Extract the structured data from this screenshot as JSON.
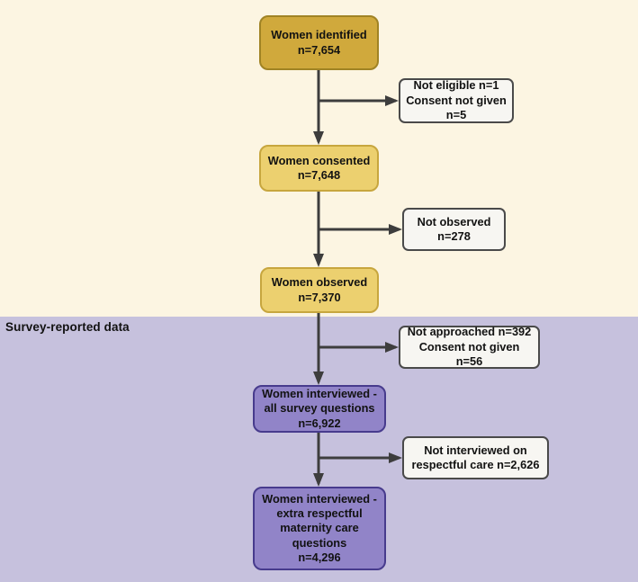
{
  "diagram": {
    "section_top": {
      "background": "#FCF5E2"
    },
    "section_bottom": {
      "label": "Survey-reported data",
      "background": "#C6C1DD"
    },
    "nodes": [
      {
        "id": "women-identified",
        "label": "Women identified\nn=7,654",
        "n": 7654,
        "fill": "#D0A93C",
        "border": "#A08324"
      },
      {
        "id": "women-consented",
        "label": "Women consented\nn=7,648",
        "n": 7648,
        "fill": "#ECD06F",
        "border": "#C7A63E"
      },
      {
        "id": "women-observed",
        "label": "Women observed\nn=7,370",
        "n": 7370,
        "fill": "#ECD06F",
        "border": "#C7A63E"
      },
      {
        "id": "women-interviewed",
        "label": "Women interviewed -\nall survey questions\nn=6,922",
        "n": 6922,
        "fill": "#9184C8",
        "border": "#473B8D"
      },
      {
        "id": "women-extra",
        "label": "Women interviewed -\nextra respectful\nmaternity care\nquestions\nn=4,296",
        "n": 4296,
        "fill": "#9184C8",
        "border": "#473B8D"
      }
    ],
    "exits": [
      {
        "id": "not-eligible",
        "label": "Not eligible n=1\nConsent not given\nn=5",
        "fill": "#F7F6F2",
        "border": "#4A4A4A"
      },
      {
        "id": "not-observed",
        "label": "Not observed\nn=278",
        "fill": "#F7F6F2",
        "border": "#4A4A4A"
      },
      {
        "id": "not-approached",
        "label": "Not approached n=392\nConsent not given n=56",
        "fill": "#F7F6F2",
        "border": "#4A4A4A"
      },
      {
        "id": "not-interviewed-rmc",
        "label": "Not interviewed on\nrespectful care n=2,626",
        "fill": "#F7F6F2",
        "border": "#4A4A4A"
      }
    ],
    "colors": {
      "arrow": "#3D3D3D",
      "text": "#121212"
    }
  }
}
